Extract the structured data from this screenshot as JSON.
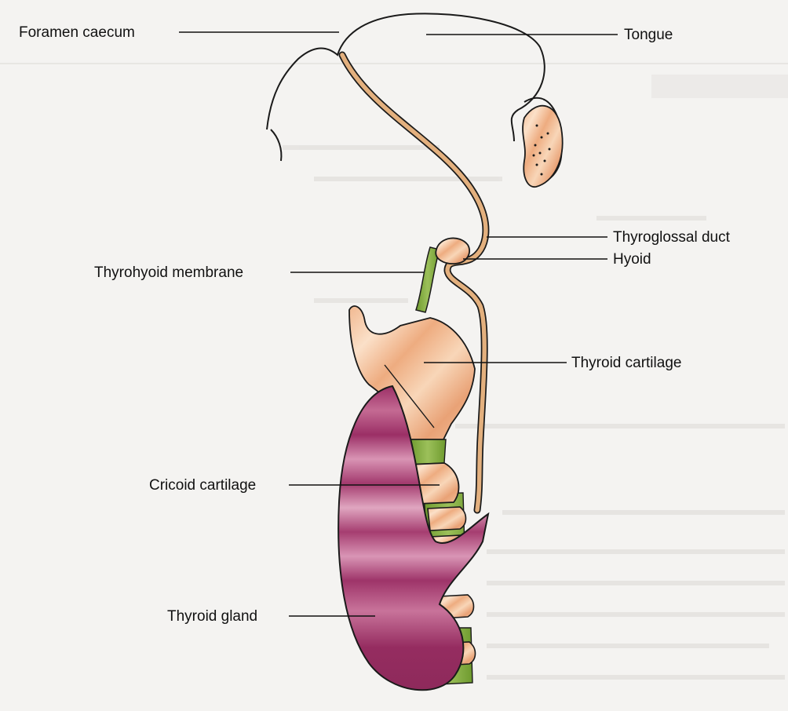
{
  "labels": {
    "foramen_caecum": "Foramen caecum",
    "tongue": "Tongue",
    "thyroglossal_duct": "Thyroglossal duct",
    "hyoid": "Hyoid",
    "thyrohyoid_membrane": "Thyrohyoid membrane",
    "thyroid_cartilage": "Thyroid cartilage",
    "cricoid_cartilage": "Cricoid cartilage",
    "thyroid_gland": "Thyroid gland"
  },
  "colors": {
    "background": "#f4f3f1",
    "cartilage": "#e9a57a",
    "cartilage_light": "#f5d0b0",
    "gland": "#9b2f66",
    "gland_light": "#d68aac",
    "membrane": "#86a83c",
    "outline": "#1a1a1a"
  }
}
